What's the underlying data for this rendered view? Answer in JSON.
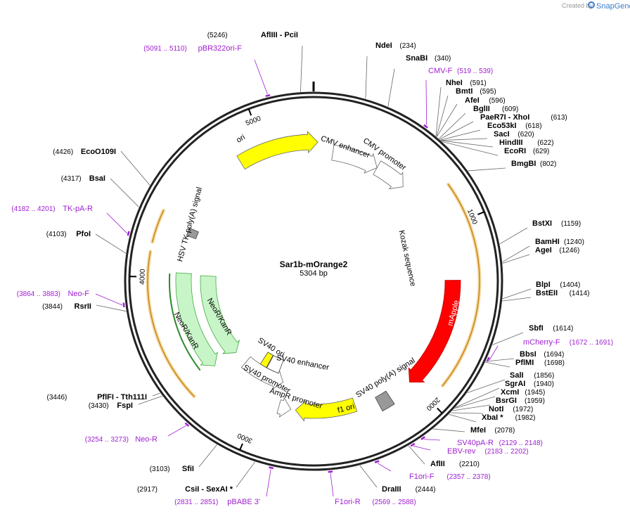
{
  "brand": {
    "prefix": "Created by",
    "name": "SnapGene"
  },
  "plasmid": {
    "name": "Sar1b-mOrange2",
    "size_label": "5304 bp",
    "length": 5304
  },
  "ticks": [
    "1000",
    "2000",
    "3000",
    "4000",
    "5000"
  ],
  "features": [
    {
      "name": "ori",
      "color": "#ffff00"
    },
    {
      "name": "CMV enhancer",
      "color": "#ffffff"
    },
    {
      "name": "CMV promoter",
      "color": "#ffffff"
    },
    {
      "name": "Kozak sequence",
      "color": "#ffffff"
    },
    {
      "name": "mApple",
      "color": "#ff0000"
    },
    {
      "name": "SV40 poly(A) signal",
      "color": "#999999"
    },
    {
      "name": "f1 ori",
      "color": "#ffff00"
    },
    {
      "name": "AmpR promoter",
      "color": "#ffffff"
    },
    {
      "name": "SV40 promoter",
      "color": "#ffffff"
    },
    {
      "name": "SV40 ori",
      "color": "#ffff00"
    },
    {
      "name": "SV40 enhancer",
      "color": "#ffffff"
    },
    {
      "name": "NeoR/KanR",
      "color": "#c8f5c8"
    },
    {
      "name": "HSV TK poly(A) signal",
      "color": "#999999"
    }
  ],
  "sites": [
    {
      "name": "AflIII  - PciI",
      "pos": "(5246)"
    },
    {
      "name": "NdeI",
      "pos": "(234)"
    },
    {
      "name": "SnaBI",
      "pos": "(340)"
    },
    {
      "name": "NheI",
      "pos": "(591)"
    },
    {
      "name": "BmtI",
      "pos": "(595)"
    },
    {
      "name": "AfeI",
      "pos": "(596)"
    },
    {
      "name": "BglII",
      "pos": "(609)"
    },
    {
      "name": "PaeR7I  - XhoI",
      "pos": "(613)"
    },
    {
      "name": "Eco53kI",
      "pos": "(618)"
    },
    {
      "name": "SacI",
      "pos": "(620)"
    },
    {
      "name": "HindIII",
      "pos": "(622)"
    },
    {
      "name": "EcoRI",
      "pos": "(629)"
    },
    {
      "name": "BmgBI",
      "pos": "(802)"
    },
    {
      "name": "BstXI",
      "pos": "(1159)"
    },
    {
      "name": "BamHI",
      "pos": "(1240)"
    },
    {
      "name": "AgeI",
      "pos": "(1246)"
    },
    {
      "name": "BlpI",
      "pos": "(1404)"
    },
    {
      "name": "BstEII",
      "pos": "(1414)"
    },
    {
      "name": "SbfI",
      "pos": "(1614)"
    },
    {
      "name": "BbsI",
      "pos": "(1694)"
    },
    {
      "name": "PflMI",
      "pos": "(1698)"
    },
    {
      "name": "SalI",
      "pos": "(1856)"
    },
    {
      "name": "SgrAI",
      "pos": "(1940)"
    },
    {
      "name": "XcmI",
      "pos": "(1945)"
    },
    {
      "name": "BsrGI",
      "pos": "(1959)"
    },
    {
      "name": "NotI",
      "pos": "(1972)"
    },
    {
      "name": "XbaI *",
      "pos": "(1982)"
    },
    {
      "name": "MfeI",
      "pos": "(2078)"
    },
    {
      "name": "AflII",
      "pos": "(2210)"
    },
    {
      "name": "DraIII",
      "pos": "(2444)"
    },
    {
      "name": "CsiI  - SexAI *",
      "pos": "(2917)"
    },
    {
      "name": "SfiI",
      "pos": "(3103)"
    },
    {
      "name": "PflFI  - Tth111I",
      "pos": "(3446)"
    },
    {
      "name": "FspI",
      "pos": "(3430)"
    },
    {
      "name": "RsrII",
      "pos": "(3844)"
    },
    {
      "name": "PfoI",
      "pos": "(4103)"
    },
    {
      "name": "BsaI",
      "pos": "(4317)"
    },
    {
      "name": "EcoO109I",
      "pos": "(4426)"
    }
  ],
  "primers": [
    {
      "name": "pBR322ori-F",
      "pos": "(5091 .. 5110)"
    },
    {
      "name": "CMV-F",
      "pos": "(519 .. 539)"
    },
    {
      "name": "mCherry-F",
      "pos": "(1672 .. 1691)"
    },
    {
      "name": "SV40pA-R",
      "pos": "(2129 .. 2148)"
    },
    {
      "name": "EBV-rev",
      "pos": "(2183 .. 2202)"
    },
    {
      "name": "F1ori-F",
      "pos": "(2357 .. 2378)"
    },
    {
      "name": "F1ori-R",
      "pos": "(2569 .. 2588)"
    },
    {
      "name": "pBABE 3'",
      "pos": "(2831 .. 2851)"
    },
    {
      "name": "Neo-R",
      "pos": "(3254 .. 3273)"
    },
    {
      "name": "Neo-F",
      "pos": "(3864 .. 3883)"
    },
    {
      "name": "TK-pA-R",
      "pos": "(4182 .. 4201)"
    }
  ]
}
